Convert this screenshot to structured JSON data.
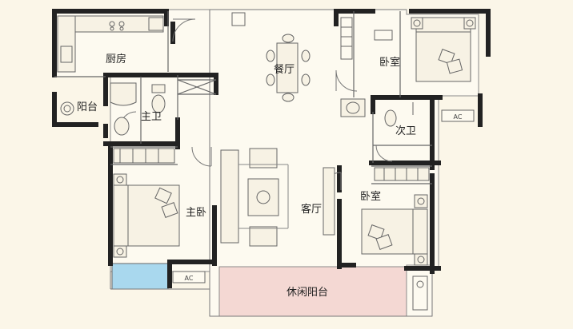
{
  "colors": {
    "page_bg": "#fbf6e8",
    "floor": "#fdfaf0",
    "wall": "#222222",
    "line": "#6b6b6b",
    "furniture": "#f7f2e4",
    "pool": "#a9d8ee",
    "balcony": "#f4d8d3"
  },
  "rooms": {
    "kitchen": "厨房",
    "dining": "餐厅",
    "bedroom_ne": "卧室",
    "balcony_w": "阳台",
    "master_bath": "主卫",
    "second_bath": "次卫",
    "master_bedroom": "主卧",
    "living": "客厅",
    "bedroom_e": "卧室",
    "leisure_balcony": "休闲阳台"
  },
  "ac_labels": [
    "AC",
    "AC"
  ]
}
